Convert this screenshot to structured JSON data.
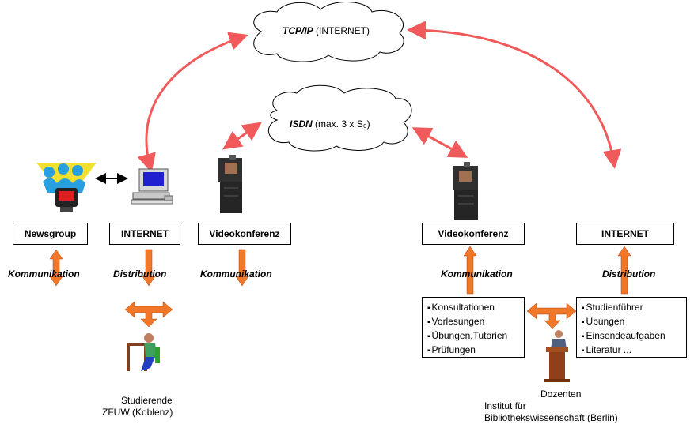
{
  "clouds": {
    "tcpip_label_italic": "TCP/IP",
    "tcpip_label_rest": "(INTERNET)",
    "isdn_label_italic": "ISDN",
    "isdn_label_rest": "(max. 3 x S₀)"
  },
  "left": {
    "boxes": [
      "Newsgroup",
      "INTERNET",
      "Videokonferenz"
    ],
    "labels": [
      "Kommunikation",
      "Distribution",
      "Kommunikation"
    ],
    "caption_line1": "Studierende",
    "caption_line2": "ZFUW (Koblenz)"
  },
  "right": {
    "boxes": [
      "Videokonferenz",
      "INTERNET"
    ],
    "labels": [
      "Kommunikation",
      "Distribution"
    ],
    "list_left": [
      "Konsultationen",
      "Vorlesungen",
      "Übungen,Tutorien",
      "Prüfungen"
    ],
    "list_right": [
      "Studienführer",
      "Übungen",
      "Einsendeaufgaben",
      "Literatur ..."
    ],
    "caption_dozenten": "Dozenten",
    "caption_institut_line1": "Institut für",
    "caption_institut_line2": "Bibliothekswissenschaft (Berlin)"
  },
  "colors": {
    "red_arrow": "#f05a5a",
    "orange_arrow": "#f07828",
    "newsgroup_blue": "#28a0e0",
    "newsgroup_yellow": "#f0e030"
  }
}
